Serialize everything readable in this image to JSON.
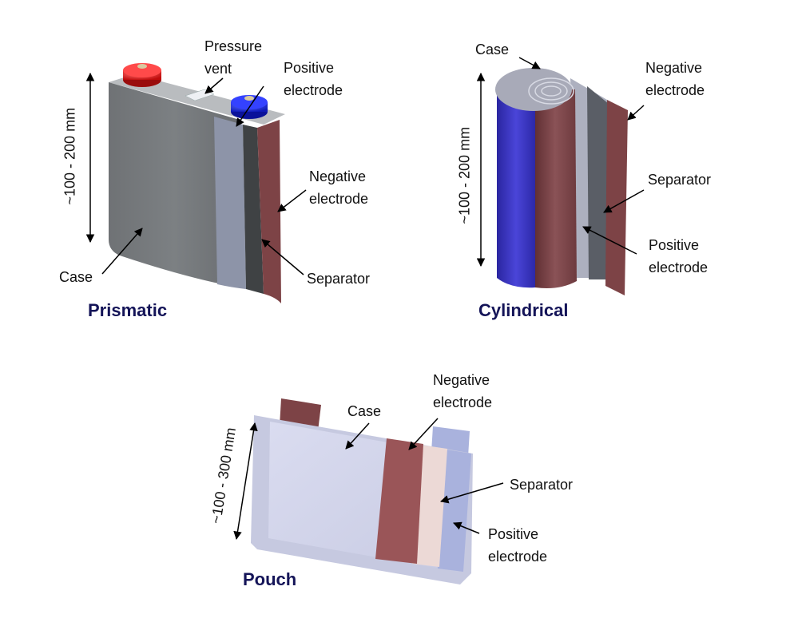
{
  "prismatic": {
    "title": "Prismatic",
    "dimension": "~100 - 200 mm",
    "labels": {
      "pressure_vent": "Pressure\nvent",
      "positive_electrode": "Positive\nelectrode",
      "negative_electrode": "Negative\nelectrode",
      "separator": "Separator",
      "case": "Case"
    }
  },
  "cylindrical": {
    "title": "Cylindrical",
    "dimension": "~100 - 200 mm",
    "labels": {
      "case": "Case",
      "negative_electrode": "Negative\nelectrode",
      "separator": "Separator",
      "positive_electrode": "Positive\nelectrode"
    }
  },
  "pouch": {
    "title": "Pouch",
    "dimension": "~100 - 300 mm",
    "labels": {
      "case": "Case",
      "negative_electrode": "Negative\nelectrode",
      "separator": "Separator",
      "positive_electrode": "Positive\nelectrode"
    }
  },
  "colors": {
    "title": "#141458",
    "case_grey": "#75797c",
    "positive_terminal": "#e01818",
    "negative_terminal": "#1a2ad8",
    "electrode_brown": "#7d4346",
    "cylinder_blue": "#3a34c4",
    "pouch_case": "#d4d7ec",
    "separator_pink": "#ecd9d6",
    "positive_blue": "#a9b2dd"
  }
}
